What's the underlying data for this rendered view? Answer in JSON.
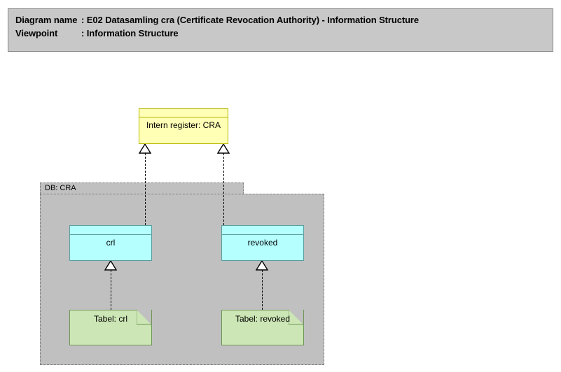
{
  "header": {
    "line1_label": "Diagram name",
    "line1_sep": ": ",
    "line1_value": "E02 Datasamling cra (Certificate Revocation Authority) - Information Structure",
    "line2_label": "Viewpoint",
    "line2_sep": ": ",
    "line2_value": "Information Structure",
    "line1_full": "Diagram name : E02 Datasamling cra (Certificate Revocation Authority) - Information Structure",
    "line2_full": "Viewpoint        : Information Structure"
  },
  "colors": {
    "header_bg": "#c8c8c8",
    "header_border": "#868686",
    "yellow_fill": "#ffffb5",
    "yellow_border": "#b5b500",
    "cyan_fill": "#b5ffff",
    "cyan_border": "#59a0a0",
    "green_fill": "#cce6b5",
    "green_border": "#6f9657",
    "group_fill": "#c0c0c0",
    "group_border": "#7f7f7f",
    "canvas_bg": "#ffffff",
    "connector": "#000000"
  },
  "nodes": {
    "intern_register": {
      "label": "Intern register: CRA",
      "type": "data-object",
      "fill": "#ffffb5"
    },
    "crl": {
      "label": "crl",
      "type": "data-object",
      "fill": "#b5ffff"
    },
    "revoked": {
      "label": "revoked",
      "type": "data-object",
      "fill": "#b5ffff"
    },
    "tabel_crl": {
      "label": "Tabel: crl",
      "type": "artifact",
      "fill": "#cce6b5"
    },
    "tabel_revoked": {
      "label": "Tabel: revoked",
      "type": "artifact",
      "fill": "#cce6b5"
    }
  },
  "group": {
    "label": "DB: CRA",
    "type": "grouping"
  },
  "connections": [
    {
      "from": "crl",
      "to": "intern_register",
      "style": "realization",
      "line": "dotted",
      "arrowhead": "hollow-triangle"
    },
    {
      "from": "revoked",
      "to": "intern_register",
      "style": "realization",
      "line": "dotted",
      "arrowhead": "hollow-triangle"
    },
    {
      "from": "tabel_crl",
      "to": "crl",
      "style": "realization",
      "line": "dotted",
      "arrowhead": "hollow-triangle"
    },
    {
      "from": "tabel_revoked",
      "to": "revoked",
      "style": "realization",
      "line": "dotted",
      "arrowhead": "hollow-triangle"
    }
  ]
}
